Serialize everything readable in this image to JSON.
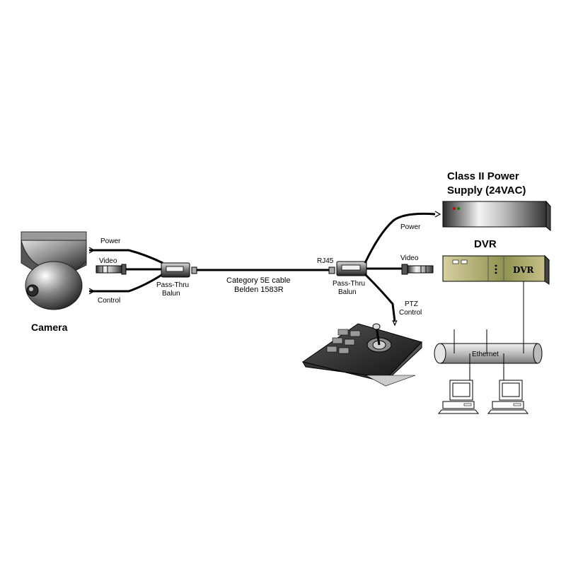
{
  "camera": {
    "label": "Camera"
  },
  "camera_leads": {
    "power": "Power",
    "video": "Video",
    "control": "Control"
  },
  "balun_left": {
    "line1": "Pass-Thru",
    "line2": "Balun"
  },
  "cable": {
    "line1": "Category 5E cable",
    "line2": "Belden 1583R"
  },
  "balun_right": {
    "connector": "RJ45",
    "line1": "Pass-Thru",
    "line2": "Balun"
  },
  "power_supply": {
    "line1": "Class II Power",
    "line2": "Supply (24VAC)"
  },
  "right_leads": {
    "power": "Power",
    "video": "Video",
    "ptz_line1": "PTZ",
    "ptz_line2": "Control"
  },
  "dvr": {
    "title": "DVR",
    "badge": "DVR"
  },
  "network": {
    "label": "Ethernet"
  }
}
